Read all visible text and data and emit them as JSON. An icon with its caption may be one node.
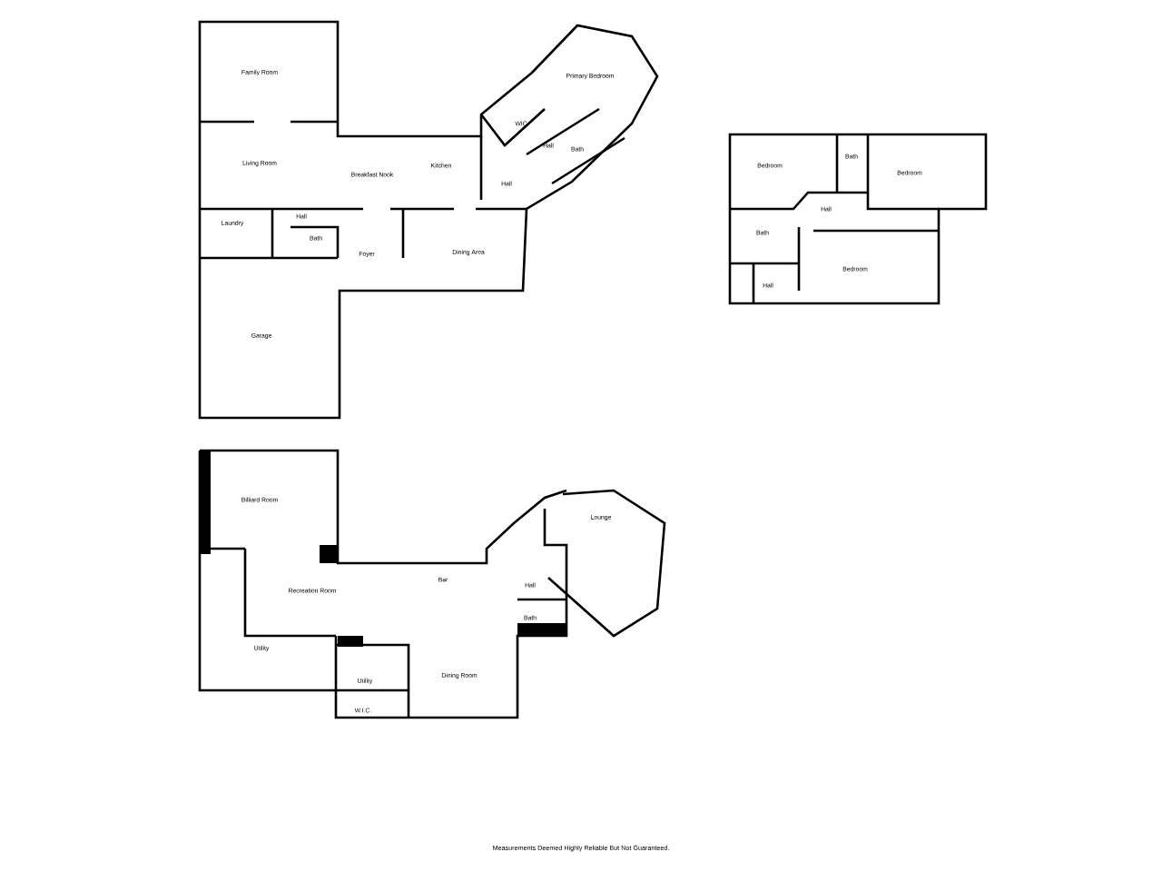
{
  "diagram": {
    "nodes": [
      {
        "text": [
          "Family Room"
        ]
      },
      {
        "text": [
          "Living Room"
        ]
      },
      {
        "text": [
          "Breakfast Nook"
        ]
      },
      {
        "text": [
          "Kitchen"
        ]
      },
      {
        "text": [
          "Primary Bedroom"
        ]
      },
      {
        "text": [
          "WIC"
        ]
      },
      {
        "text": [
          "Hall"
        ]
      },
      {
        "text": [
          "Bath"
        ]
      },
      {
        "text": [
          "Hall"
        ]
      },
      {
        "text": [
          "Laundry"
        ]
      },
      {
        "text": [
          "Hall"
        ]
      },
      {
        "text": [
          "Bath"
        ]
      },
      {
        "text": [
          "Foyer"
        ]
      },
      {
        "text": [
          "Dining Area"
        ]
      },
      {
        "text": [
          "Garage"
        ]
      },
      {
        "text": [
          "Bedroom"
        ]
      },
      {
        "text": [
          "Bath"
        ]
      },
      {
        "text": [
          "Bedroom"
        ]
      },
      {
        "text": [
          "Hall"
        ]
      },
      {
        "text": [
          "Bath"
        ]
      },
      {
        "text": [
          "Bedroom"
        ]
      },
      {
        "text": [
          "Hall"
        ]
      },
      {
        "text": [
          "Billiard Room"
        ]
      },
      {
        "text": [
          "Recreation Room"
        ]
      },
      {
        "text": [
          "Bar"
        ]
      },
      {
        "text": [
          "Lounge"
        ]
      },
      {
        "text": [
          "Hall"
        ]
      },
      {
        "text": [
          "Bath"
        ]
      },
      {
        "text": [
          "Utility"
        ]
      },
      {
        "text": [
          "Utility"
        ]
      },
      {
        "text": [
          "Dining Room"
        ]
      },
      {
        "text": [
          "W.I.C."
        ]
      }
    ],
    "edges": [],
    "labels": [
      "Measurements Deemed Highly Reliable But Not Guaranteed."
    ]
  }
}
